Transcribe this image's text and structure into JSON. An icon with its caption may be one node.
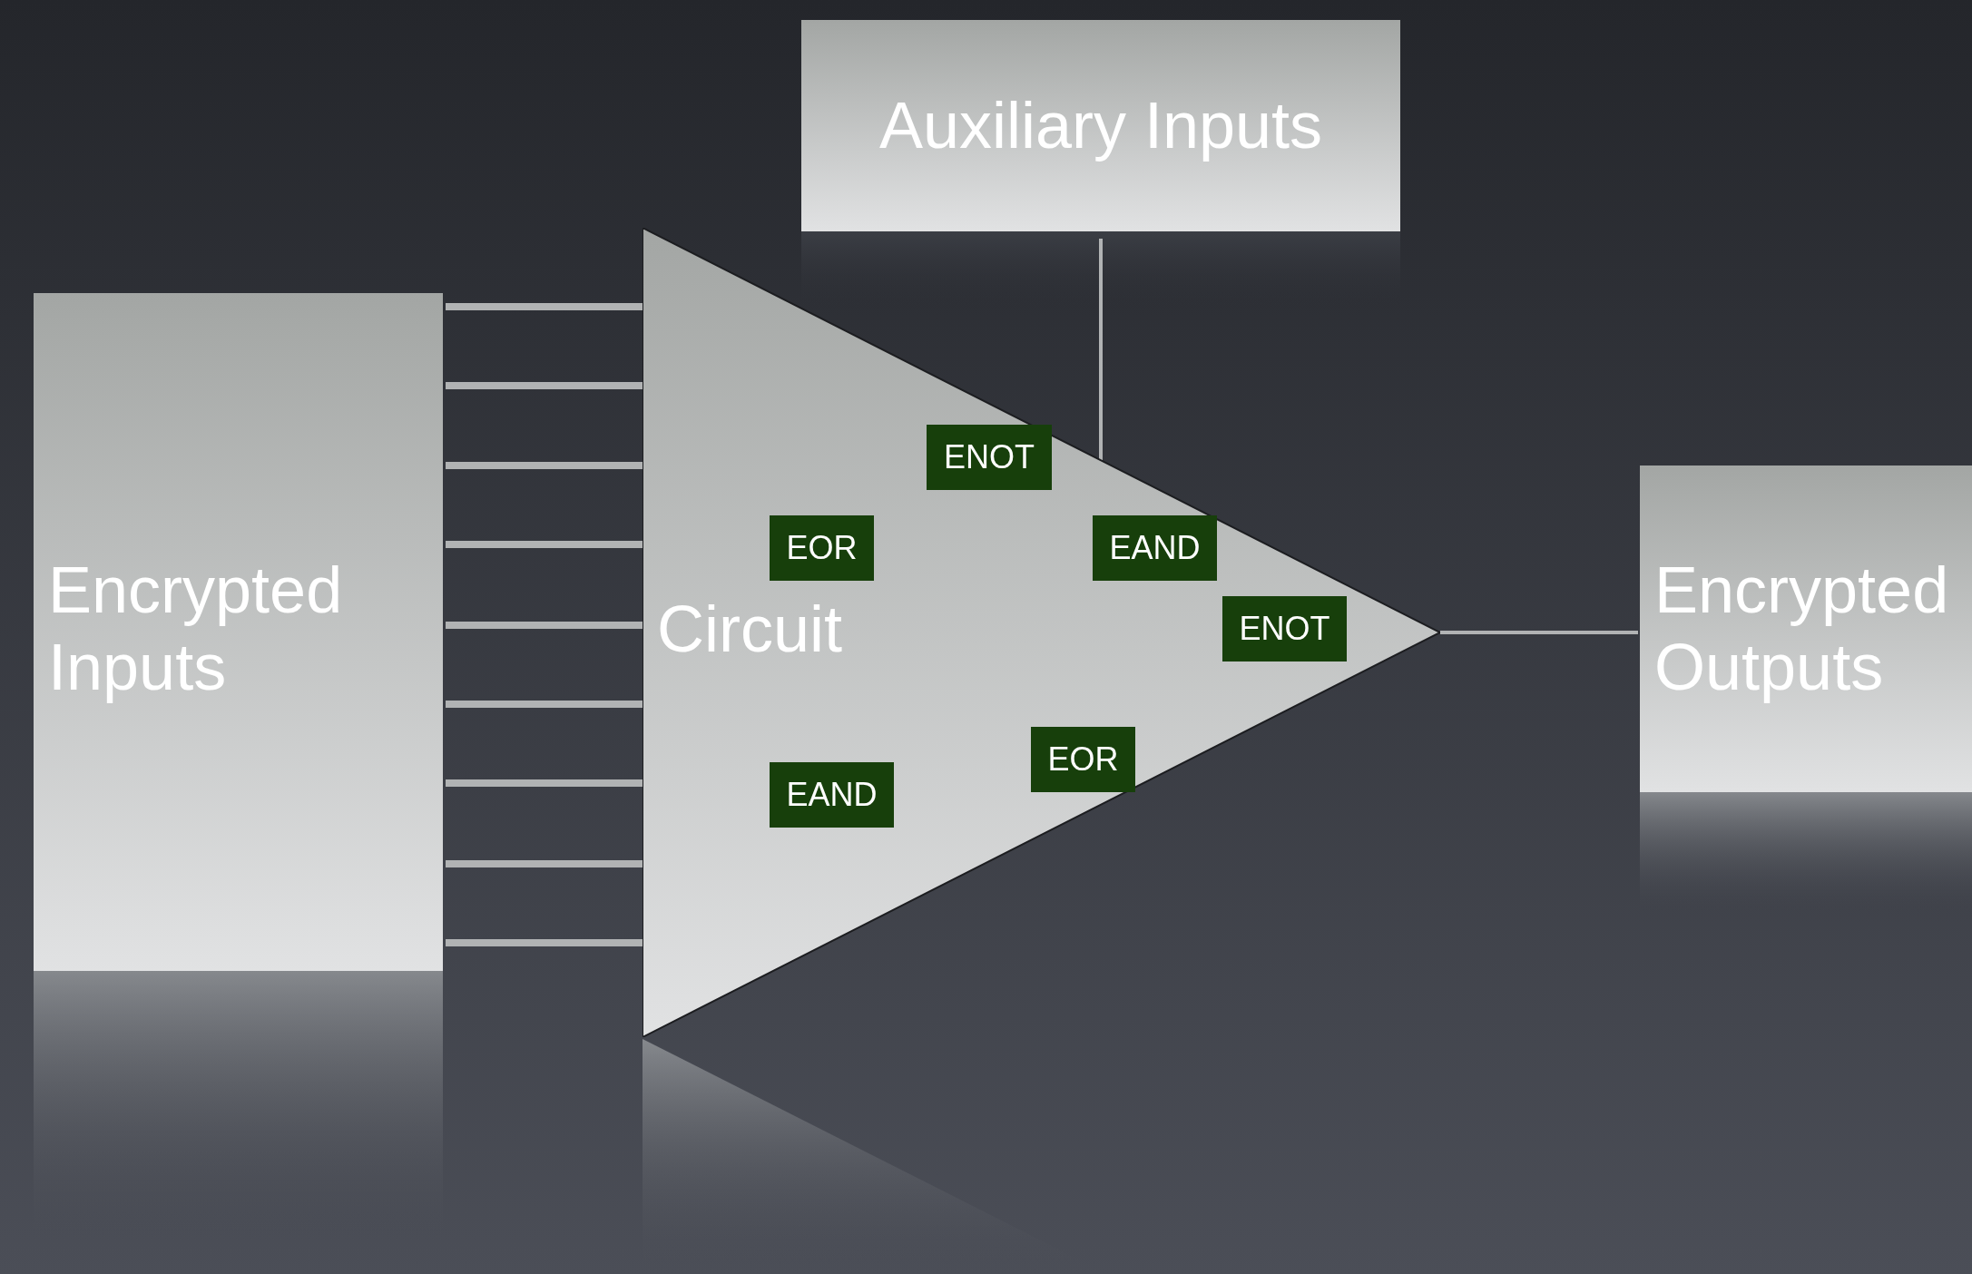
{
  "diagram": {
    "nodes": [
      {
        "text": [
          "Auxiliary Inputs"
        ]
      },
      {
        "text": [
          "Encrypted Inputs"
        ]
      },
      {
        "text": [
          "Circuit"
        ]
      },
      {
        "text": [
          "ENOT"
        ],
        "in": 2
      },
      {
        "text": [
          "EOR"
        ],
        "in": 2
      },
      {
        "text": [
          "EAND"
        ],
        "in": 2
      },
      {
        "text": [
          "ENOT"
        ],
        "in": 2
      },
      {
        "text": [
          "EOR"
        ],
        "in": 2
      },
      {
        "text": [
          "EAND"
        ],
        "in": 2
      },
      {
        "text": [
          "Encrypted Outputs"
        ]
      }
    ],
    "edges": [
      {
        "from": 1,
        "to": 2,
        "arrow": "none"
      },
      {
        "from": 1,
        "to": 2,
        "arrow": "none"
      },
      {
        "from": 1,
        "to": 2,
        "arrow": "none"
      },
      {
        "from": 1,
        "to": 2,
        "arrow": "none"
      },
      {
        "from": 1,
        "to": 2,
        "arrow": "none"
      },
      {
        "from": 1,
        "to": 2,
        "arrow": "none"
      },
      {
        "from": 1,
        "to": 2,
        "arrow": "none"
      },
      {
        "from": 1,
        "to": 2,
        "arrow": "none"
      },
      {
        "from": 1,
        "to": 2,
        "arrow": "none"
      },
      {
        "from": 0,
        "to": 2,
        "arrow": "none"
      },
      {
        "from": 2,
        "to": 9,
        "arrow": "none"
      }
    ]
  }
}
